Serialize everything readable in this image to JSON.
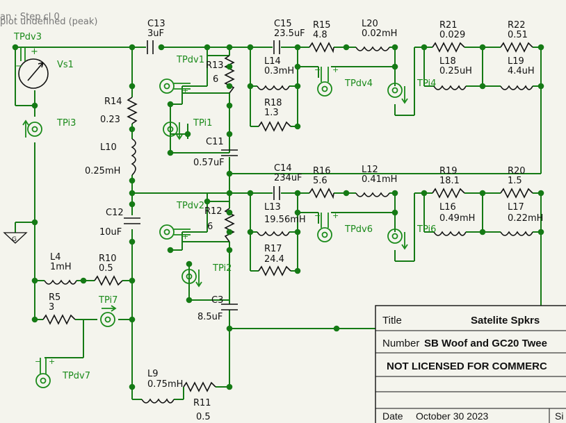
{
  "overlay": {
    "line1": "an : Step cl 0",
    "line2": "plot undefined (peak)"
  },
  "components": {
    "C13": {
      "name": "C13",
      "value": "3uF"
    },
    "C15": {
      "name": "C15",
      "value": "23.5uF"
    },
    "R15": {
      "name": "R15",
      "value": "4.8"
    },
    "L20": {
      "name": "L20",
      "value": "0.02mH"
    },
    "R21": {
      "name": "R21",
      "value": "0.029"
    },
    "R22": {
      "name": "R22",
      "value": "0.51"
    },
    "R13": {
      "name": "R13",
      "value": "6"
    },
    "L14": {
      "name": "L14",
      "value": "0.3mH"
    },
    "R18": {
      "name": "R18",
      "value": "1.3"
    },
    "L18": {
      "name": "L18",
      "value": "0.25uH"
    },
    "L19": {
      "name": "L19",
      "value": "4.4uH"
    },
    "R14": {
      "name": "R14",
      "value": "0.23"
    },
    "L10": {
      "name": "L10",
      "value": "0.25mH"
    },
    "C11": {
      "name": "C11",
      "value": "0.57uF"
    },
    "C14": {
      "name": "C14",
      "value": "234uF"
    },
    "R16": {
      "name": "R16",
      "value": "5.6"
    },
    "L12": {
      "name": "L12",
      "value": "0.41mH"
    },
    "R19": {
      "name": "R19",
      "value": "18.1"
    },
    "R20": {
      "name": "R20",
      "value": "1.5"
    },
    "C12": {
      "name": "C12",
      "value": "10uF"
    },
    "R12": {
      "name": "R12",
      "value": "6"
    },
    "L13": {
      "name": "L13",
      "value": "19.56mH"
    },
    "R17": {
      "name": "R17",
      "value": "24.4"
    },
    "L16": {
      "name": "L16",
      "value": "0.49mH"
    },
    "L17": {
      "name": "L17",
      "value": "0.22mH"
    },
    "L4": {
      "name": "L4",
      "value": "1mH"
    },
    "R10": {
      "name": "R10",
      "value": "0.5"
    },
    "R5": {
      "name": "R5",
      "value": "3"
    },
    "C3": {
      "name": "C3",
      "value": "8.5uF"
    },
    "L9": {
      "name": "L9",
      "value": "0.75mH"
    },
    "R11": {
      "name": "R11",
      "value": "0.5"
    },
    "Vs1": {
      "name": "Vs1"
    },
    "ground": {
      "label": "G"
    }
  },
  "test_points": {
    "TPdv3": "TPdv3",
    "TPi3": "TPi3",
    "TPdv1": "TPdv1",
    "TPi1": "TPi1",
    "TPdv4": "TPdv4",
    "TPi4": "TPi4",
    "TPdv2": "TPdv2",
    "TPi2": "TPi2",
    "TPdv6": "TPdv6",
    "TPi6": "TPi6",
    "TPi7": "TPi7",
    "TPdv7": "TPdv7"
  },
  "title_block": {
    "title_label": "Title",
    "title_value": "Satelite Spkrs",
    "number_label": "Number",
    "number_value": "SB Woof and GC20 Twee",
    "license": "NOT LICENSED FOR COMMERC",
    "date_label": "Date",
    "date_value": "October 30 2023",
    "size_label": "Si"
  },
  "colors": {
    "wire": "#157a15",
    "part": "#111111",
    "probe": "#1a8a1a",
    "background": "#f4f4ed"
  }
}
